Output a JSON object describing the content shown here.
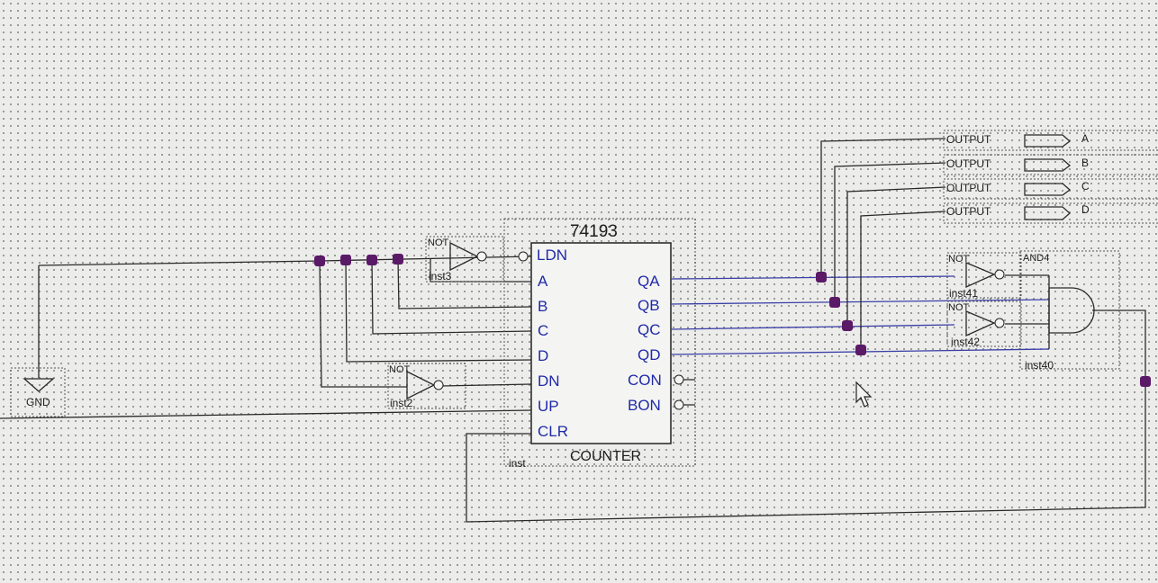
{
  "counter": {
    "part": "74193",
    "type_label": "COUNTER",
    "instance": "inst",
    "inputs": [
      "LDN",
      "A",
      "B",
      "C",
      "D",
      "DN",
      "UP",
      "CLR"
    ],
    "outputs": [
      "QA",
      "QB",
      "QC",
      "QD",
      "CON",
      "BON"
    ]
  },
  "gnd": {
    "label": "GND"
  },
  "not_gates": [
    {
      "type": "NOT",
      "instance": "inst3"
    },
    {
      "type": "NOT",
      "instance": "inst2"
    },
    {
      "type": "NOT",
      "instance": "inst41"
    },
    {
      "type": "NOT",
      "instance": "inst42"
    }
  ],
  "and_gate": {
    "type": "AND4",
    "instance": "inst40"
  },
  "output_pins": [
    {
      "type": "OUTPUT",
      "name": "A"
    },
    {
      "type": "OUTPUT",
      "name": "B"
    },
    {
      "type": "OUTPUT",
      "name": "C"
    },
    {
      "type": "OUTPUT",
      "name": "D"
    }
  ]
}
